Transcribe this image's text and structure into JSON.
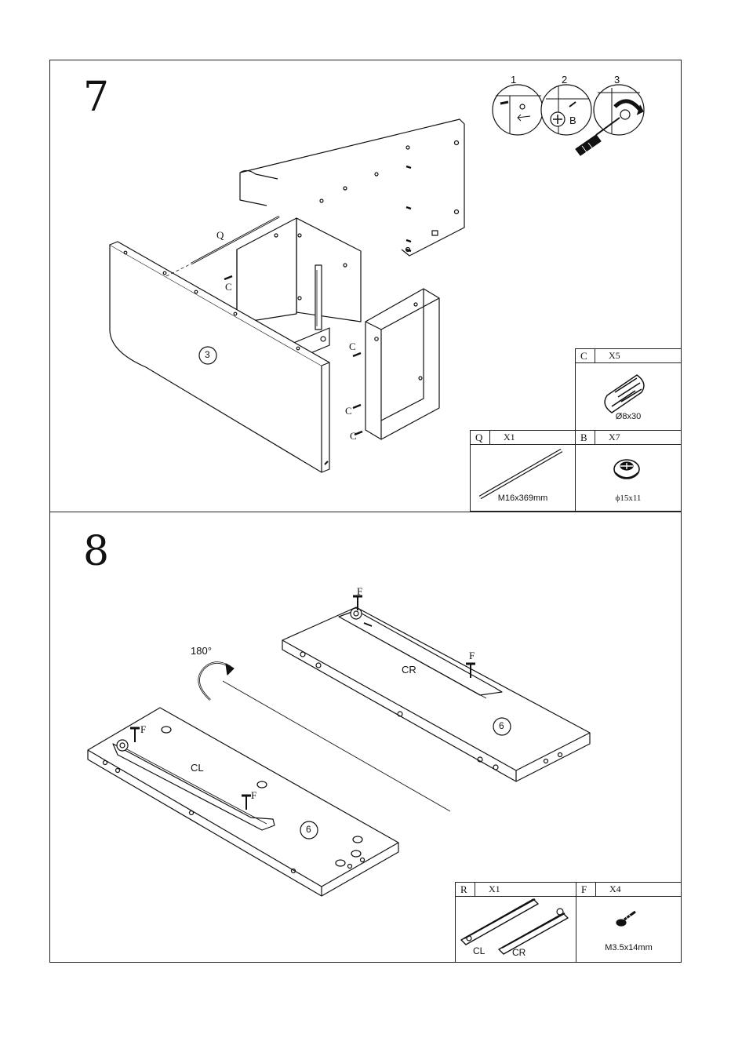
{
  "steps": [
    {
      "number": "7",
      "callouts": {
        "panel": "3",
        "rod": "Q",
        "dowel": "C"
      },
      "substeps": [
        "1",
        "2",
        "3"
      ],
      "substep_cam_label": "B",
      "parts": [
        {
          "code": "C",
          "qty": "X5",
          "caption": "Ø8x30",
          "icon": "wood-dowel-icon"
        },
        {
          "code": "Q",
          "qty": "X1",
          "caption": "M16x369mm",
          "icon": "metal-rod-icon"
        },
        {
          "code": "B",
          "qty": "X7",
          "caption": "ϕ15x11",
          "icon": "cam-lock-icon"
        }
      ]
    },
    {
      "number": "8",
      "rotation": "180°",
      "callouts": {
        "panel": "6",
        "screw": "F",
        "rail_left": "CL",
        "rail_right": "CR"
      },
      "parts": [
        {
          "code": "R",
          "qty": "X1",
          "caption_left": "CL",
          "caption_right": "CR",
          "icon": "drawer-slide-icon"
        },
        {
          "code": "F",
          "qty": "X4",
          "caption": "M3.5x14mm",
          "icon": "screw-icon"
        }
      ]
    }
  ]
}
